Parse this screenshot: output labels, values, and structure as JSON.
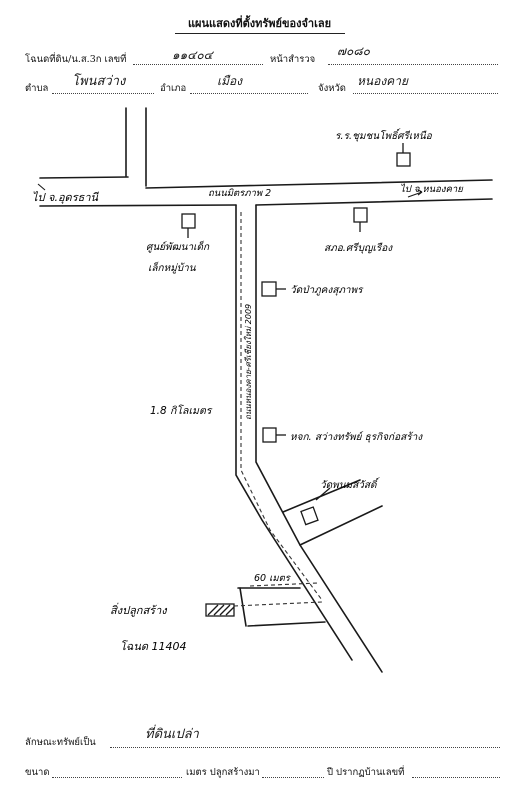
{
  "document": {
    "title": "แผนแสดงที่ตั้งทรัพย์ของจำเลย"
  },
  "header_fields": {
    "deed_label": "โฉนดที่ดิน/น.ส.3ก เลขที่",
    "deed_value": "๑๑๔๐๔",
    "survey_label": "หน้าสำรวจ",
    "survey_value": "๗๐๘๐",
    "tambon_label": "ตำบล",
    "tambon_value": "โพนสว่าง",
    "amphoe_label": "อำเภอ",
    "amphoe_value": "เมือง",
    "province_label": "จังหวัด",
    "province_value": "หนองคาย"
  },
  "map": {
    "landmark_school": "ร.ร.ชุมชนโพธิ์ศรีเหนือ",
    "road_main": "ถนนมิตรภาพ 2",
    "dir_left": "ไป จ.อุดรธานี",
    "dir_right": "ไป จ.หนองคาย",
    "landmark_kindergarten_1": "ศูนย์พัฒนาเด็ก",
    "landmark_kindergarten_2": "เล็กหมู่บ้าน",
    "landmark_office": "สภอ.ศรีบุญเรือง",
    "side_road": "ถนนหนองคาย-ศรีเชียงใหม่ 2009",
    "landmark_temple": "วัดป่าภูคงสุภาพร",
    "distance": "1.8 กิโลเมตร",
    "landmark_shop": "หจก. สว่างทรัพย์ ธุรกิจก่อสร้าง",
    "landmark_wat": "วัดพนมสวัสดิ์",
    "spur_distance": "60 เมตร",
    "property_label": "สิ่งปลูกสร้าง",
    "property_sub": "โฉนด 11404"
  },
  "footer_fields": {
    "type_label": "ลักษณะทรัพย์เป็น",
    "type_value": "ที่ดินเปล่า",
    "size_label": "ขนาด",
    "size_mid": "เมตร ปลูกสร้างมา",
    "size_end": "ปี ปรากฏบ้านเลขที่"
  }
}
